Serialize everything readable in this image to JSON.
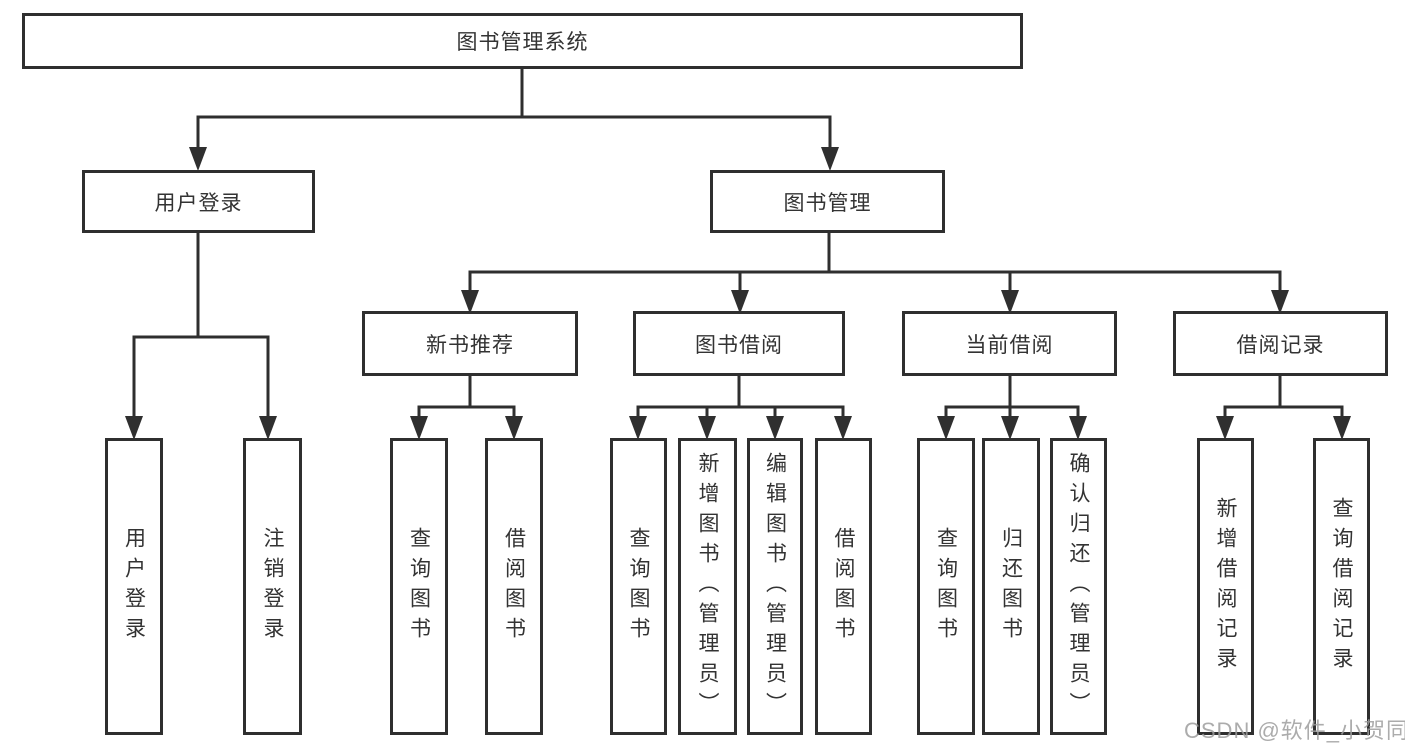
{
  "nodes": {
    "root": "图书管理系统",
    "user_login": "用户登录",
    "book_mgmt": "图书管理",
    "new_book_rec": "新书推荐",
    "book_borrow": "图书借阅",
    "current_borrow": "当前借阅",
    "borrow_record": "借阅记录",
    "ul_user_login": "用户登录",
    "ul_logout": "注销登录",
    "nb_query_book": "查询图书",
    "nb_borrow_book": "借阅图书",
    "bb_query_book": "查询图书",
    "bb_add_book": "新增图书（管理员）",
    "bb_edit_book": "编辑图书（管理员）",
    "bb_borrow_book": "借阅图书",
    "cb_query_book": "查询图书",
    "cb_return_book": "归还图书",
    "cb_confirm_return": "确认归还（管理员）",
    "br_add_record": "新增借阅记录",
    "br_query_record": "查询借阅记录"
  },
  "hierarchy": {
    "图书管理系统": {
      "用户登录": [
        "用户登录",
        "注销登录"
      ],
      "图书管理": {
        "新书推荐": [
          "查询图书",
          "借阅图书"
        ],
        "图书借阅": [
          "查询图书",
          "新增图书（管理员）",
          "编辑图书（管理员）",
          "借阅图书"
        ],
        "当前借阅": [
          "查询图书",
          "归还图书",
          "确认归还（管理员）"
        ],
        "借阅记录": [
          "新增借阅记录",
          "查询借阅记录"
        ]
      }
    }
  },
  "watermark": "CSDN @软件_小贺同学",
  "colors": {
    "line": "#2f2f2f",
    "border": "#2f2f2f",
    "text": "#333333",
    "watermark": "#9e9e9e",
    "background": "#ffffff"
  }
}
